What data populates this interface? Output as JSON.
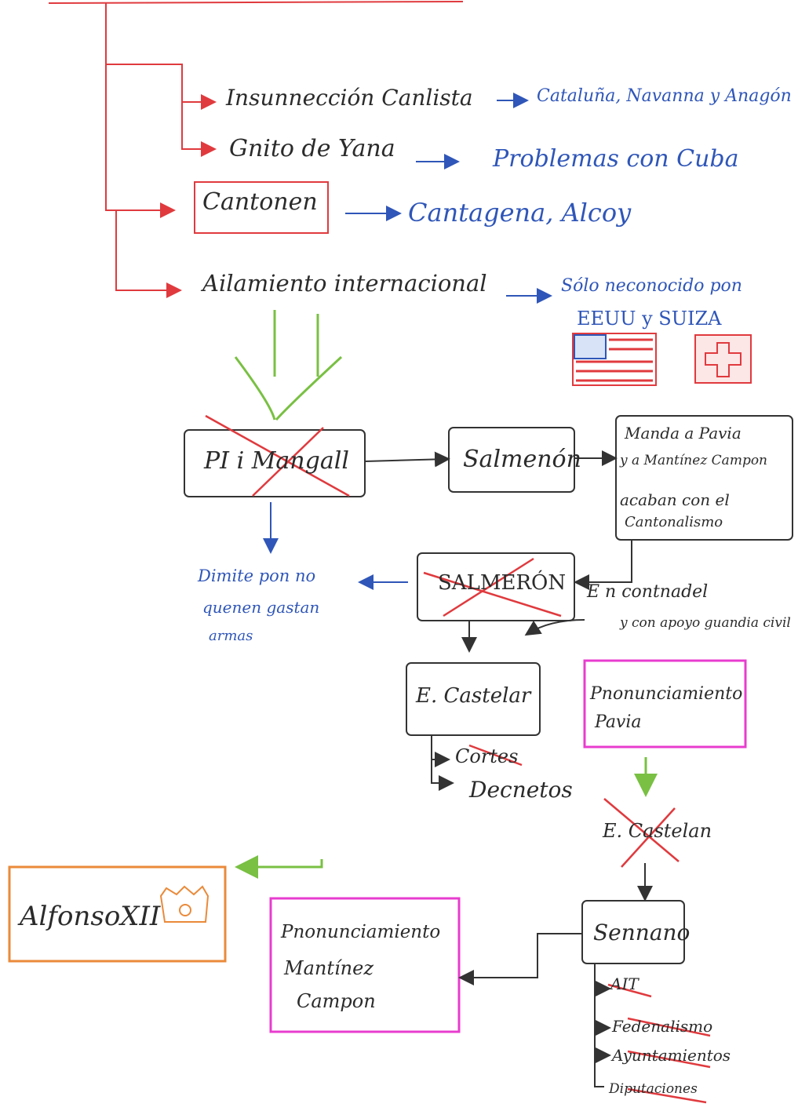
{
  "branches": [
    {
      "label": "Insunnección Canlista",
      "note": "Cataluña, Navanna y Anagón"
    },
    {
      "label": "Gnito de Yana",
      "note": "Problemas con Cuba"
    },
    {
      "label": "Cantonen",
      "note": "Cantagena, Alcoy"
    },
    {
      "label": "Ailamiento internacional",
      "note": "Sólo neconocido pon"
    },
    {
      "label": "",
      "note": "EEUU y SUIZA"
    }
  ],
  "nodes": {
    "pi_margall": "PI i Mangall",
    "salmeron_1": "Salmenón",
    "pavia_note_1": "Manda a Pavia",
    "pavia_note_2": "y a Mantínez Campon",
    "pavia_note_3": "acaban con el",
    "pavia_note_4": "Cantonalismo",
    "dimite_1": "Dimite pon no",
    "dimite_2": "quenen gastan",
    "dimite_3": "armas",
    "salmeron_2": "SALMERÓN",
    "contra_1": "E n contnadel",
    "contra_2": "y con apoyo guandia civil",
    "castelar_1": "E. Castelar",
    "cortes": "Cortes",
    "decretos": "Decnetos",
    "pronun_pavia_1": "Pnonunciamiento",
    "pronun_pavia_2": "Pavia",
    "castelar_2": "E. Castelan",
    "serrano": "Sennano",
    "list_1": "AIT",
    "list_2": "Fedenalismo",
    "list_3": "Ayuntamientos",
    "list_4": "Diputaciones",
    "pronun_mc_1": "Pnonunciamiento",
    "pronun_mc_2": "Mantínez",
    "pronun_mc_3": "Campon",
    "alfonso": "AlfonsoXII"
  },
  "colors": {
    "red": "#e03a3e",
    "blue": "#2f56b8",
    "green": "#79c043",
    "magenta": "#e83ccf",
    "orange": "#ea8a3a",
    "black": "#333333"
  }
}
